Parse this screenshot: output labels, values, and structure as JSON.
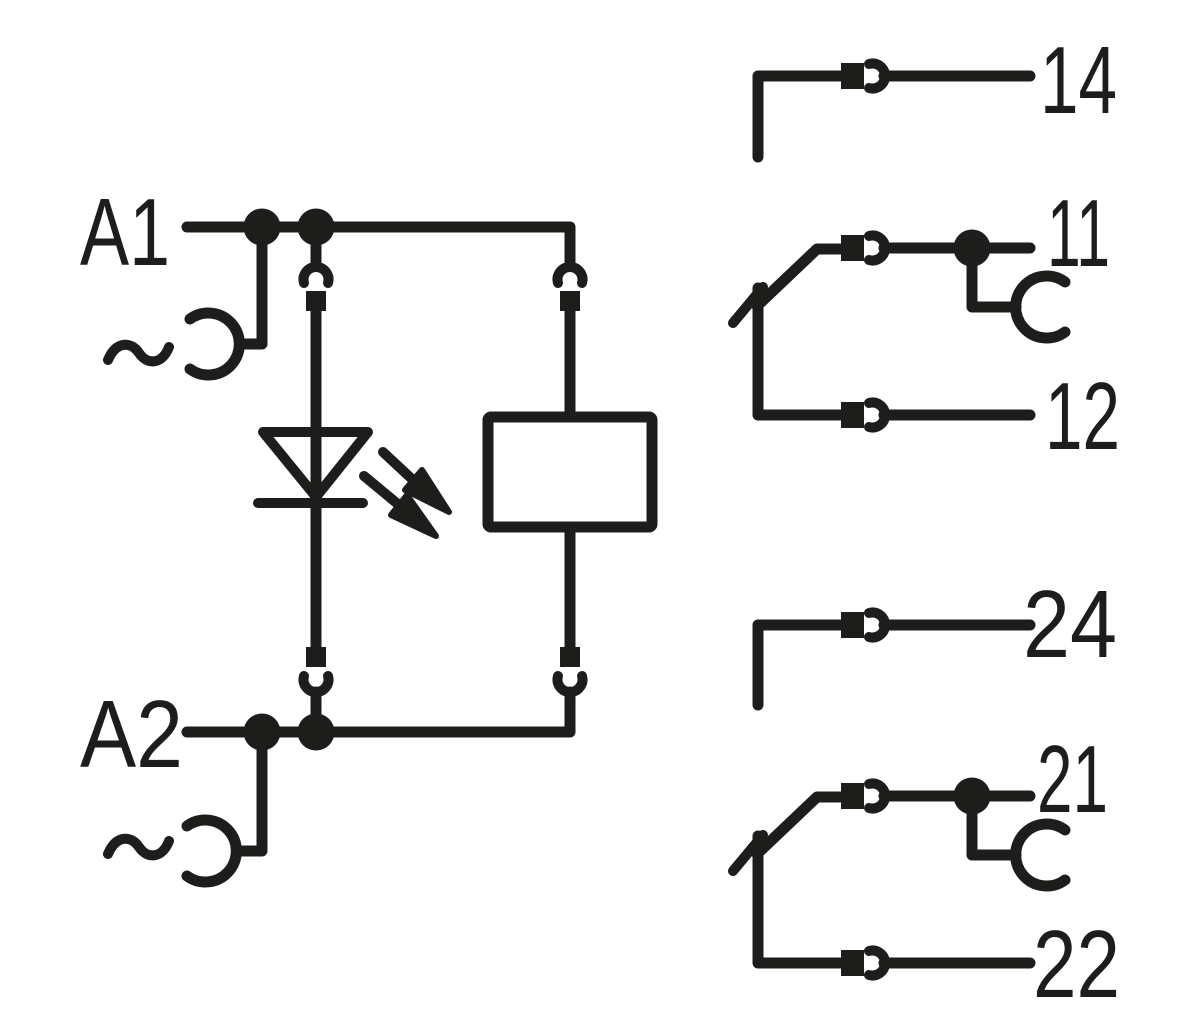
{
  "diagram": {
    "colors": {
      "line": "#1d1d1b",
      "background": "#ffffff"
    },
    "coil_circuit": {
      "terminals": [
        {
          "label": "A1",
          "ac_symbol": "~"
        },
        {
          "label": "A2",
          "ac_symbol": "~"
        }
      ]
    },
    "contact_groups": [
      {
        "terminals": [
          "14",
          "11",
          "12"
        ]
      },
      {
        "terminals": [
          "24",
          "21",
          "22"
        ]
      }
    ],
    "icons": {
      "ac_wave": "~",
      "led_indicator": "diode-triangle-with-emission-arrows",
      "relay_coil": "rectangle-outline",
      "plug_contact": "filled-square",
      "socket_contact": "open-arc",
      "junction": "filled-dot"
    }
  }
}
